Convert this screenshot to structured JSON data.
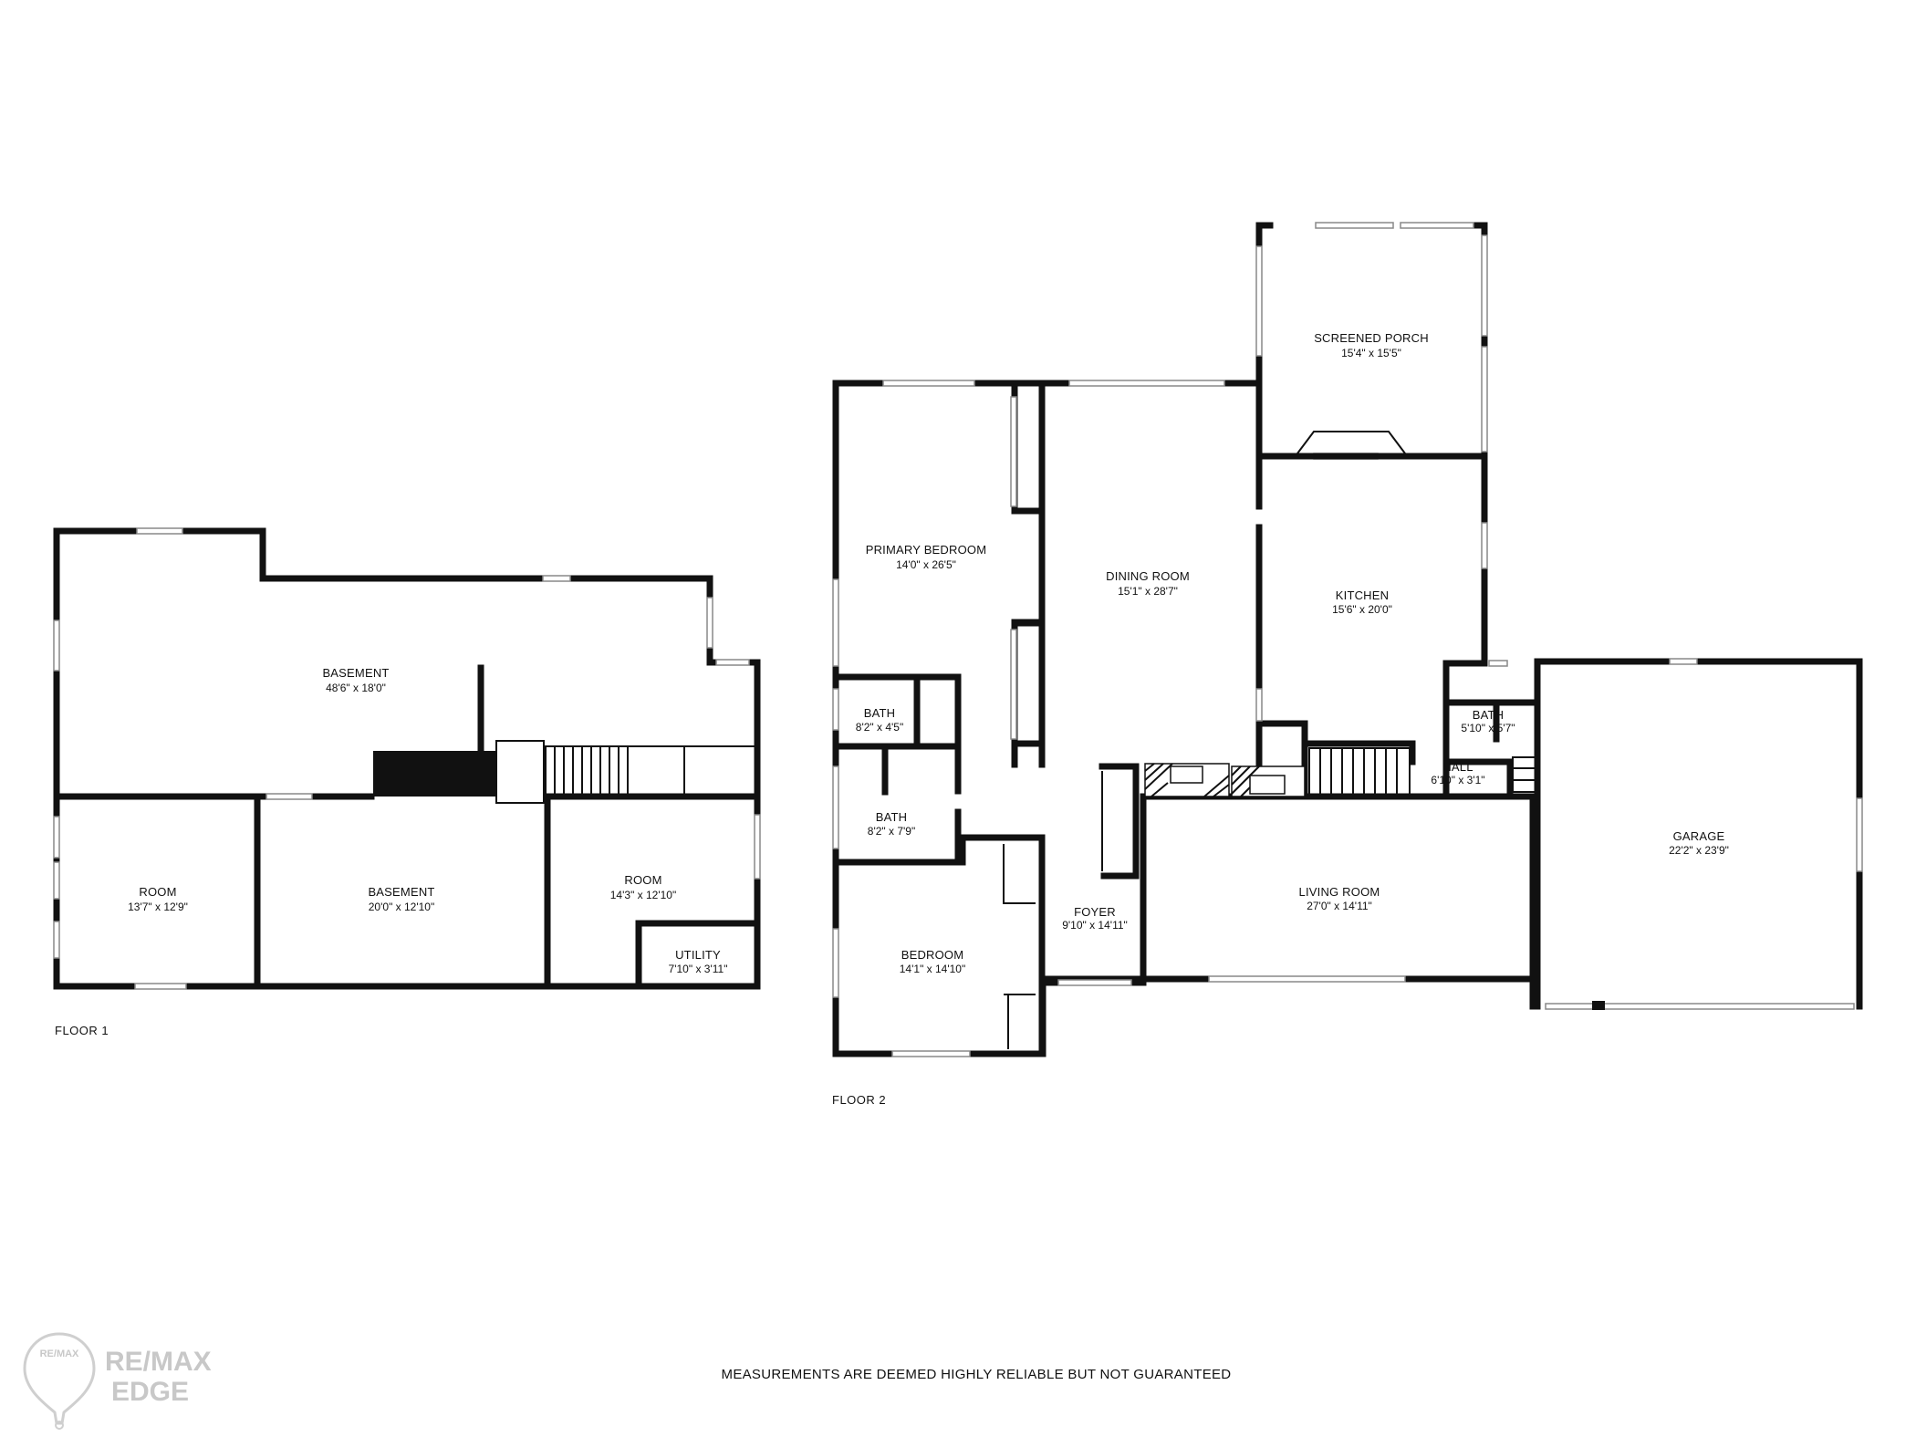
{
  "floors": [
    {
      "label": "FLOOR 1",
      "rooms": [
        {
          "name": "BASEMENT",
          "dims": "48'6\" x 18'0\""
        },
        {
          "name": "ROOM",
          "dims": "13'7\" x 12'9\""
        },
        {
          "name": "BASEMENT",
          "dims": "20'0\" x 12'10\""
        },
        {
          "name": "ROOM",
          "dims": "14'3\" x 12'10\""
        },
        {
          "name": "UTILITY",
          "dims": "7'10\" x 3'11\""
        }
      ]
    },
    {
      "label": "FLOOR 2",
      "rooms": [
        {
          "name": "SCREENED PORCH",
          "dims": "15'4\" x 15'5\""
        },
        {
          "name": "PRIMARY BEDROOM",
          "dims": "14'0\" x 26'5\""
        },
        {
          "name": "DINING ROOM",
          "dims": "15'1\" x 28'7\""
        },
        {
          "name": "KITCHEN",
          "dims": "15'6\" x 20'0\""
        },
        {
          "name": "BATH",
          "dims": "8'2\" x 4'5\""
        },
        {
          "name": "BATH",
          "dims": "5'10\" x 5'7\""
        },
        {
          "name": "BATH",
          "dims": "8'2\" x 7'9\""
        },
        {
          "name": "HALL",
          "dims": "6'10\" x 3'1\""
        },
        {
          "name": "GARAGE",
          "dims": "22'2\" x 23'9\""
        },
        {
          "name": "LIVING ROOM",
          "dims": "27'0\" x 14'11\""
        },
        {
          "name": "FOYER",
          "dims": "9'10\" x 14'11\""
        },
        {
          "name": "BEDROOM",
          "dims": "14'1\" x 14'10\""
        }
      ]
    }
  ],
  "disclaimer": "MEASUREMENTS ARE DEEMED HIGHLY RELIABLE BUT NOT GUARANTEED",
  "logo": {
    "badge": "RE/MAX",
    "line1": "RE/MAX",
    "line2": "EDGE"
  }
}
